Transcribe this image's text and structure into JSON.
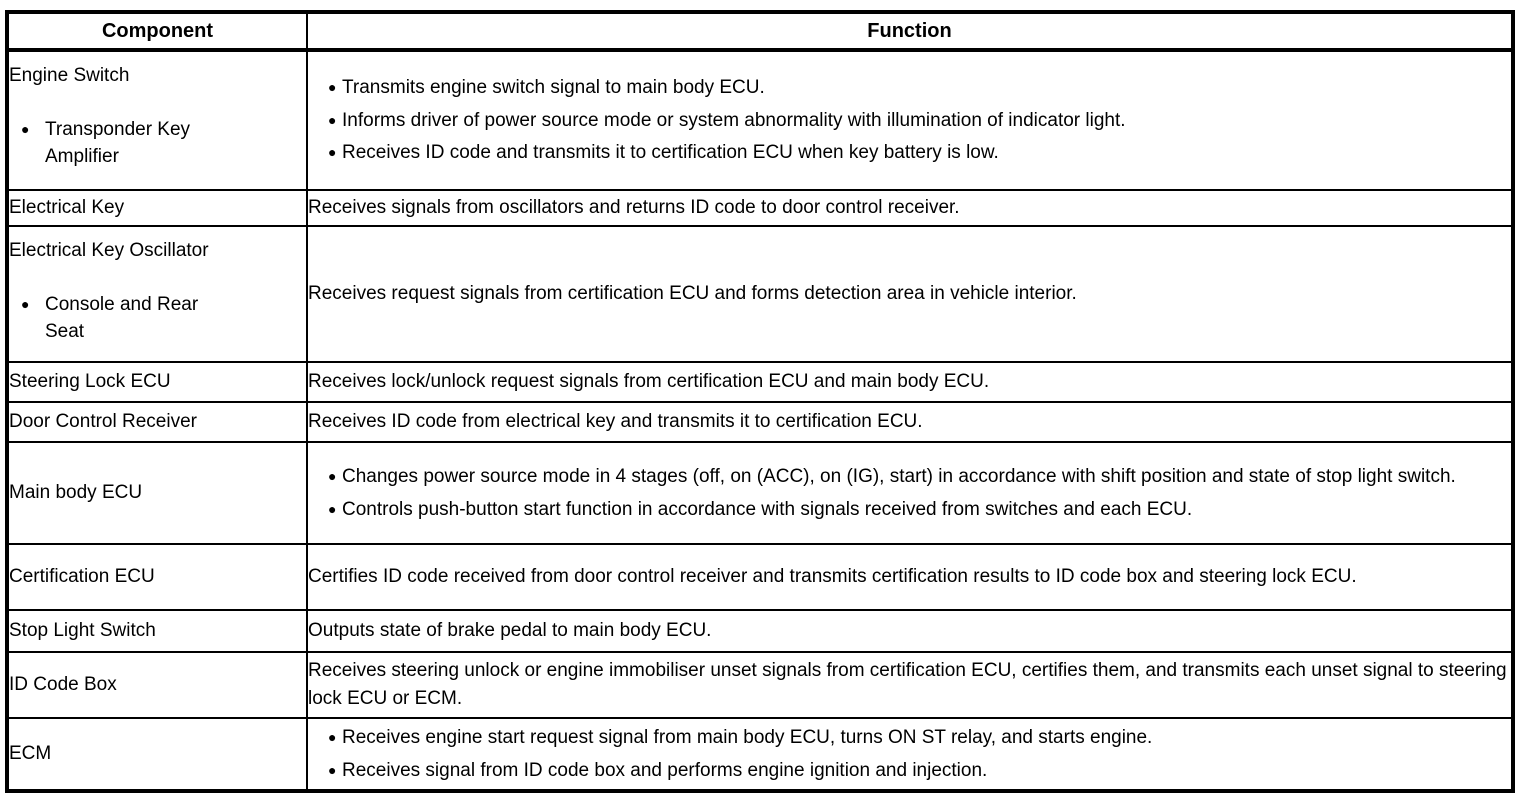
{
  "glyphs": {
    "bullet": "●"
  },
  "table": {
    "header": {
      "component": "Component",
      "function": "Function"
    },
    "rows": [
      {
        "component": {
          "title": "Engine Switch",
          "bullets": [
            "Transponder Key Amplifier"
          ]
        },
        "function": {
          "bullets": [
            "Transmits engine switch signal to main body ECU.",
            "Informs driver of power source mode or system abnormality with illumination of indicator light.",
            "Receives ID code and transmits it to certification ECU when key battery is low."
          ]
        }
      },
      {
        "component": {
          "title": "Electrical Key"
        },
        "function": {
          "text": "Receives signals from oscillators and returns ID code to door control receiver."
        }
      },
      {
        "component": {
          "title": "Electrical Key Oscillator",
          "bullets": [
            "Console and Rear Seat"
          ]
        },
        "function": {
          "text": "Receives request signals from certification ECU and forms detection area in vehicle interior."
        }
      },
      {
        "component": {
          "title": "Steering Lock ECU"
        },
        "function": {
          "text": "Receives lock/unlock request signals from certification ECU and main body ECU."
        }
      },
      {
        "component": {
          "title": "Door Control Receiver"
        },
        "function": {
          "text": "Receives ID code from electrical key and transmits it to certification ECU."
        }
      },
      {
        "component": {
          "title": "Main body ECU"
        },
        "function": {
          "bullets": [
            "Changes power source mode in 4 stages (off, on (ACC), on (IG), start) in accordance with shift position and state of stop light switch.",
            "Controls push-button start function in accordance with signals received from switches and each ECU."
          ]
        }
      },
      {
        "component": {
          "title": "Certification ECU"
        },
        "function": {
          "text": "Certifies ID code received from door control receiver and transmits certification results to ID code box and steering lock ECU."
        }
      },
      {
        "component": {
          "title": "Stop Light Switch"
        },
        "function": {
          "text": "Outputs state of brake pedal to main body ECU."
        }
      },
      {
        "component": {
          "title": "ID Code Box"
        },
        "function": {
          "text": "Receives steering unlock or engine immobiliser unset signals from certification ECU, certifies them, and transmits each unset signal to steering lock ECU or ECM."
        }
      },
      {
        "component": {
          "title": "ECM"
        },
        "function": {
          "bullets": [
            "Receives engine start request signal from main body ECU, turns ON ST relay, and starts engine.",
            "Receives signal from ID code box and performs engine ignition and injection."
          ]
        }
      }
    ]
  }
}
